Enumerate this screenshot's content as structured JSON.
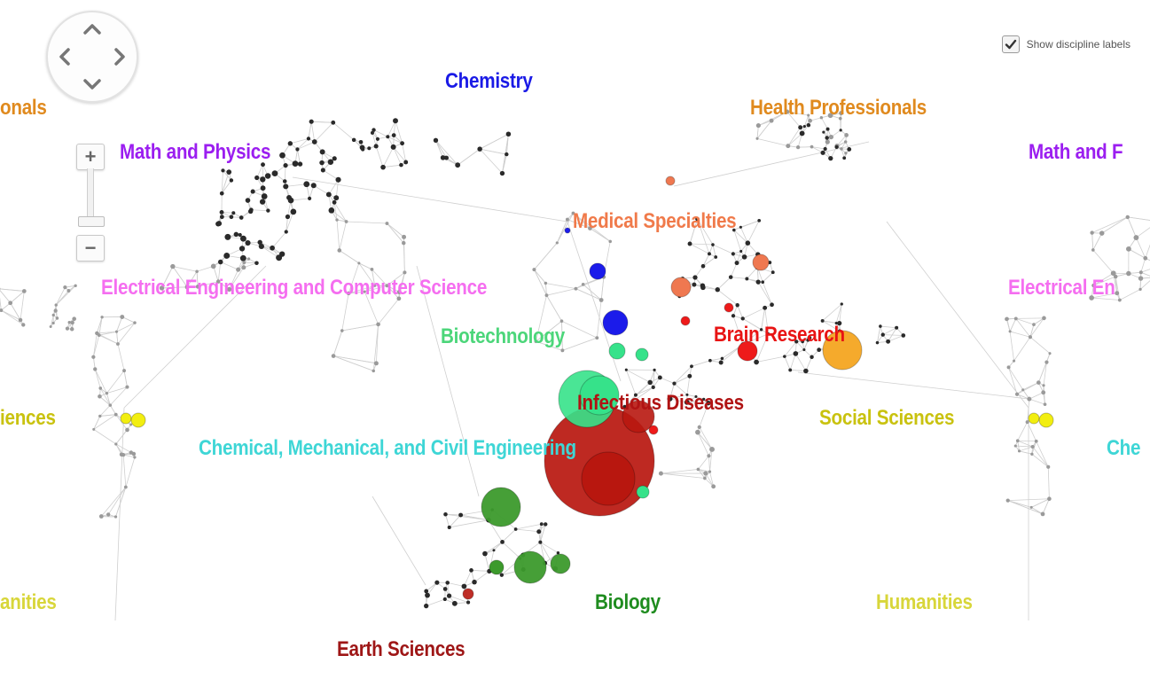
{
  "labels": {
    "chemistry": {
      "text": "Chemistry",
      "color": "#1a1ae6"
    },
    "health_professionals": {
      "text": "Health Professionals",
      "color": "#e08a1e"
    },
    "health_professionals_left": {
      "text": "onals",
      "color": "#e08a1e"
    },
    "math_physics": {
      "text": "Math and Physics",
      "color": "#9b1ef0"
    },
    "math_physics_right": {
      "text": "Math and F",
      "color": "#9b1ef0"
    },
    "medical_specialties": {
      "text": "Medical Specialties",
      "color": "#f07a4a"
    },
    "eecs": {
      "text": "Electrical Engineering and Computer Science",
      "color": "#f56ef0"
    },
    "eecs_right": {
      "text": "Electrical En",
      "color": "#f56ef0"
    },
    "biotechnology": {
      "text": "Biotechnology",
      "color": "#4cd67a"
    },
    "brain_research": {
      "text": "Brain Research",
      "color": "#e81414"
    },
    "infectious_diseases": {
      "text": "Infectious Diseases",
      "color": "#b01313"
    },
    "social_sciences": {
      "text": "Social Sciences",
      "color": "#c9c20f"
    },
    "social_sciences_left": {
      "text": "iences",
      "color": "#c9c20f"
    },
    "chem_mech_civil": {
      "text": "Chemical, Mechanical, and Civil Engineering",
      "color": "#3ed6d6"
    },
    "chem_mech_civil_right": {
      "text": "Che",
      "color": "#3ed6d6"
    },
    "biology": {
      "text": "Biology",
      "color": "#1f8c1f"
    },
    "humanities": {
      "text": "Humanities",
      "color": "#d8d63a"
    },
    "humanities_left": {
      "text": "anities",
      "color": "#d8d63a"
    },
    "earth_sciences": {
      "text": "Earth Sciences",
      "color": "#9e1616"
    }
  },
  "controls": {
    "zoom_in": "+",
    "zoom_out": "−",
    "show_labels_text": "Show discipline labels",
    "show_labels_checked": true
  },
  "node_colors": {
    "edge": "#cfcfcf",
    "gray": "#9a9a9a",
    "dark": "#2a2a2a",
    "infectious": "#b8170f",
    "biology": "#3c9a2c",
    "biotech": "#36e28a",
    "chemistry": "#1b1bea",
    "medical": "#ef7850",
    "brain": "#ee1a1a",
    "social": "#f5aa2c",
    "yellow": "#f2ee10"
  }
}
